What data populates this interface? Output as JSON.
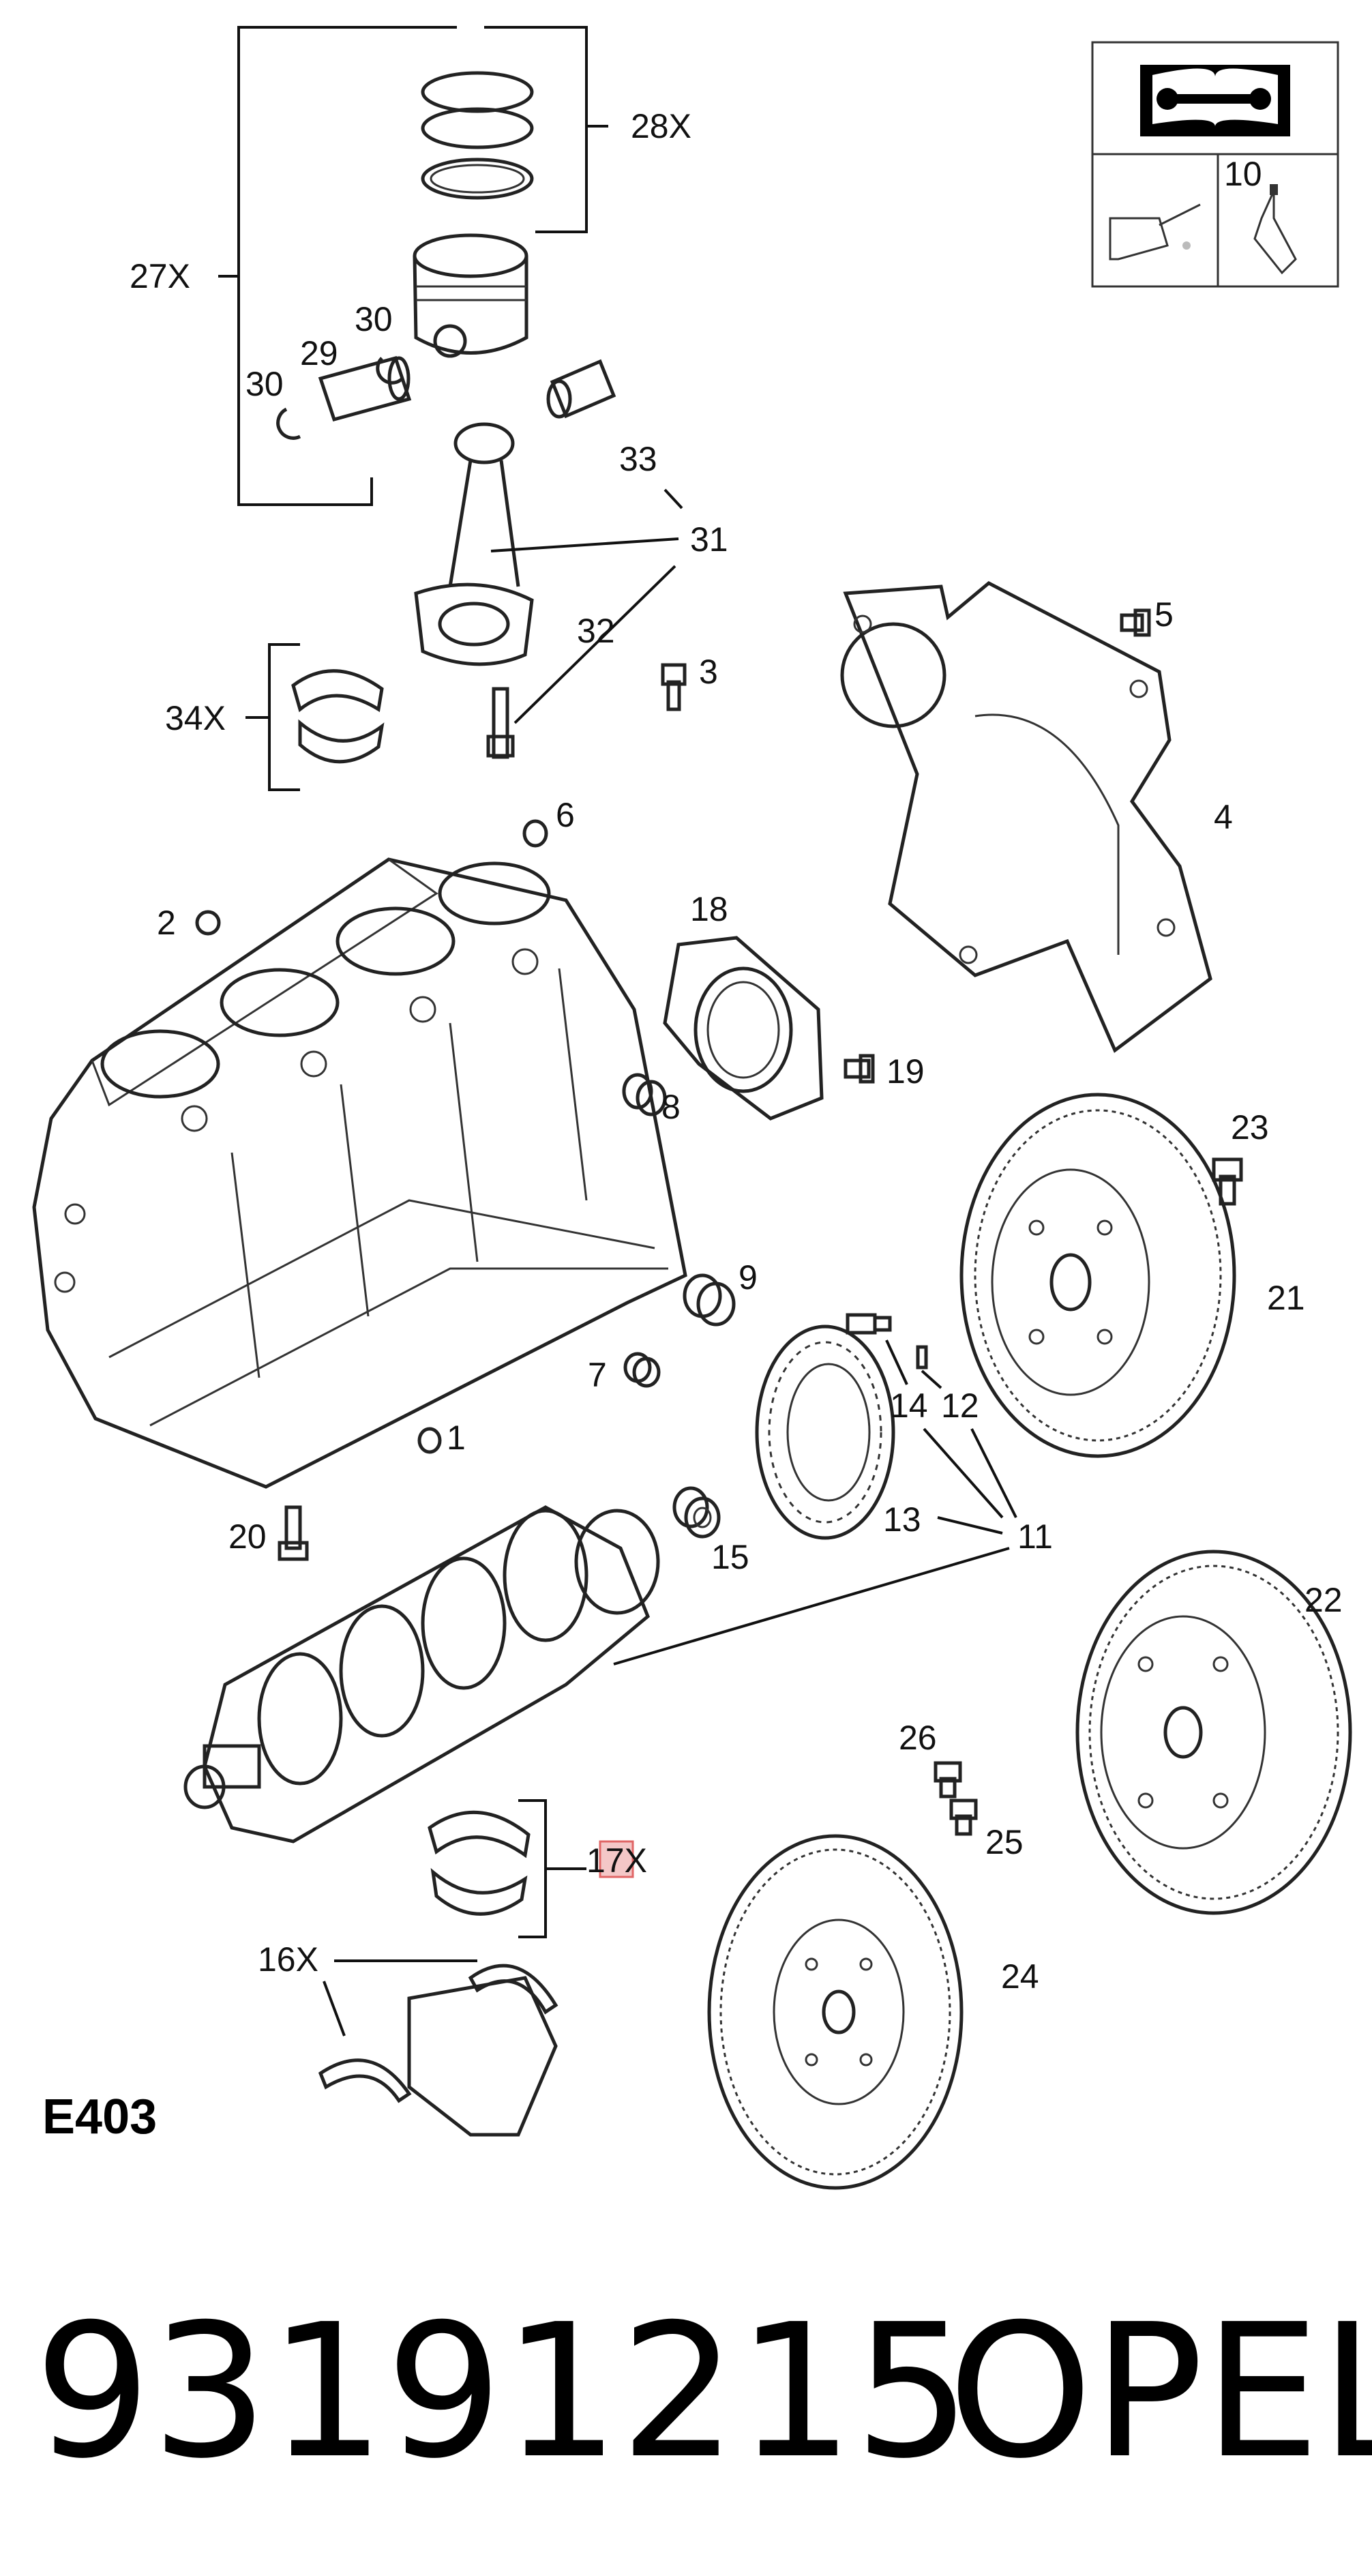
{
  "callouts": {
    "c1": "1",
    "c2": "2",
    "c3": "3",
    "c4": "4",
    "c5": "5",
    "c6": "6",
    "c7": "7",
    "c8": "8",
    "c9": "9",
    "c10": "10",
    "c11": "11",
    "c12": "12",
    "c13": "13",
    "c14": "14",
    "c15": "15",
    "c16": "16X",
    "c17": "17X",
    "c18": "18",
    "c19": "19",
    "c20": "20",
    "c21": "21",
    "c22": "22",
    "c23": "23",
    "c24": "24",
    "c25": "25",
    "c26": "26",
    "c27": "27X",
    "c28": "28X",
    "c29": "29",
    "c30a": "30",
    "c30b": "30",
    "c31": "31",
    "c32": "32",
    "c33": "33",
    "c34": "34X"
  },
  "diagram_code": "E403",
  "part_number": "93191215",
  "brand": "OPEL",
  "icons": [
    "manual-wrench-icon",
    "oil-can-icon",
    "sealant-tube-icon"
  ]
}
